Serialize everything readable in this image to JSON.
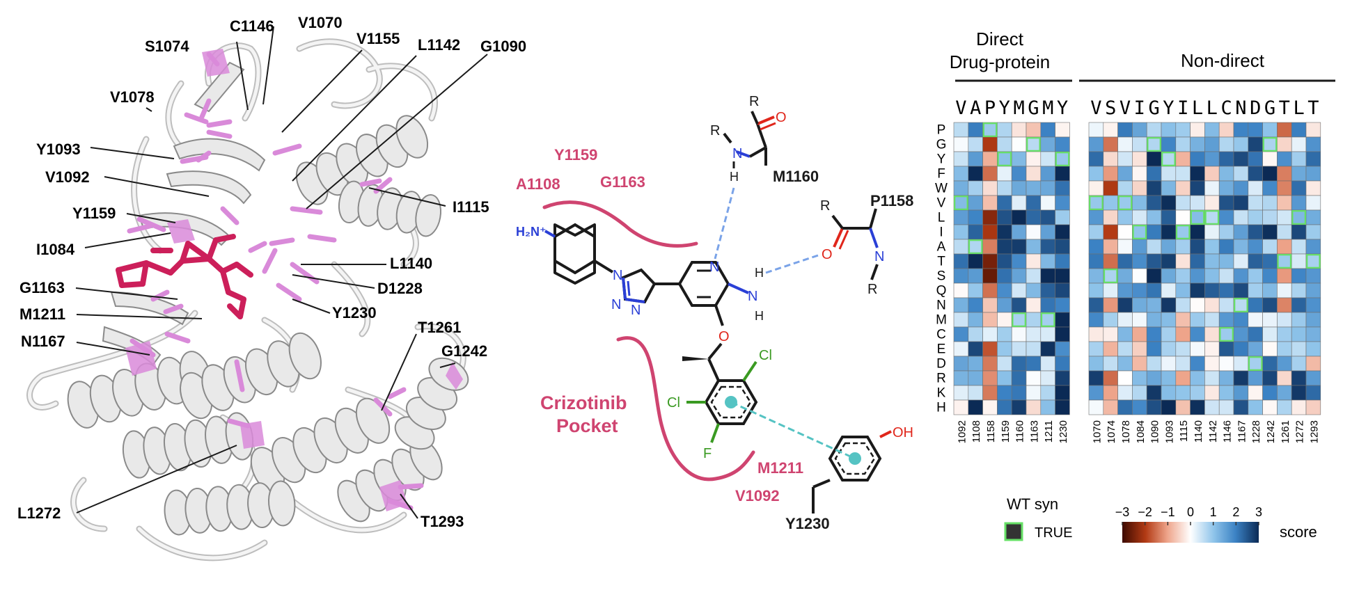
{
  "structure_panel": {
    "residue_labels": [
      "S1074",
      "C1146",
      "V1070",
      "V1155",
      "L1142",
      "G1090",
      "V1078",
      "Y1093",
      "V1092",
      "Y1159",
      "I1115",
      "I1084",
      "L1140",
      "D1228",
      "G1163",
      "Y1230",
      "M1211",
      "N1167",
      "T1261",
      "G1242",
      "L1272",
      "T1293"
    ],
    "colors": {
      "ribbon": "#e9e9e9",
      "highlight": "#d98ad9",
      "ligand": "#cc1f5a"
    }
  },
  "pocket_panel": {
    "pocket_label_1": "Crizotinib",
    "pocket_label_2": "Pocket",
    "pocket_residues": [
      "Y1159",
      "A1108",
      "G1163",
      "M1211",
      "V1092"
    ],
    "backbone_labels": [
      "M1160",
      "P1158",
      "Y1230"
    ],
    "r_groups": [
      "R",
      "R",
      "R",
      "R"
    ],
    "atoms": {
      "n": "N",
      "h": "H",
      "o": "O",
      "oh": "OH",
      "cl": "Cl",
      "f": "F",
      "nh2": "H₂N⁺"
    },
    "colors": {
      "pocket": "#cf4470",
      "nitrogen": "#2a3fd6",
      "oxygen": "#e0261b",
      "halogen": "#3a9a22",
      "hbond": "#7aa3e8",
      "pi": "#55c3c3"
    }
  },
  "heatmap": {
    "group_direct_line1": "Direct",
    "group_direct_line2": "Drug-protein",
    "group_nondirect": "Non-direct",
    "wt_direct": [
      "V",
      "A",
      "P",
      "Y",
      "M",
      "G",
      "M",
      "Y"
    ],
    "wt_nondirect": [
      "V",
      "S",
      "V",
      "I",
      "G",
      "Y",
      "I",
      "L",
      "L",
      "C",
      "N",
      "D",
      "G",
      "T",
      "L",
      "T"
    ],
    "row_labels": [
      "P",
      "G",
      "Y",
      "F",
      "W",
      "V",
      "L",
      "I",
      "A",
      "T",
      "S",
      "Q",
      "N",
      "M",
      "C",
      "E",
      "D",
      "R",
      "K",
      "H"
    ],
    "col_direct": [
      "1092",
      "1108",
      "1158",
      "1159",
      "1160",
      "1163",
      "1211",
      "1230"
    ],
    "col_nondirect": [
      "1070",
      "1074",
      "1078",
      "1084",
      "1090",
      "1093",
      "1115",
      "1140",
      "1142",
      "1146",
      "1167",
      "1228",
      "1242",
      "1261",
      "1272",
      "1293"
    ],
    "legend": {
      "wt_title": "WT syn",
      "wt_value": "TRUE",
      "score_title": "score",
      "ticks": [
        "−3",
        "−2",
        "−1",
        "0",
        "1",
        "2",
        "3"
      ]
    },
    "colors": {
      "wt_outline": "#66e066",
      "neg": "#7a1a00",
      "pos": "#0b2a55",
      "zero": "#ffffff"
    }
  }
}
